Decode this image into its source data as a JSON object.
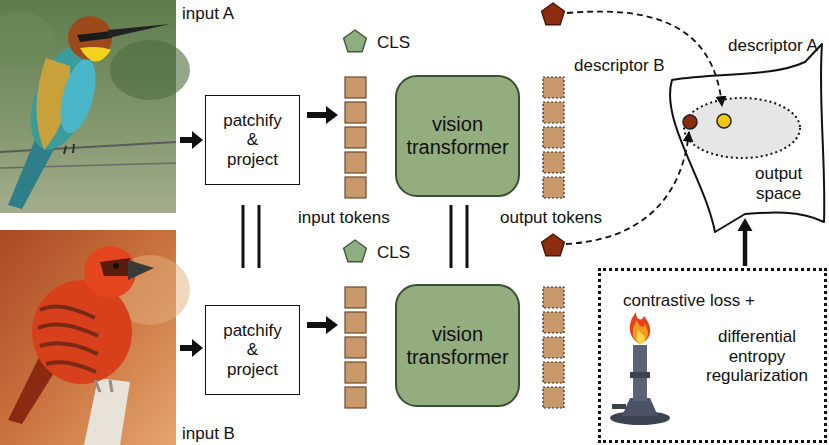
{
  "diagram": {
    "nodes": [
      {
        "text": [
          "patchify & project"
        ]
      },
      {
        "text": [
          "vision transformer"
        ]
      },
      {
        "text": [
          "output space"
        ]
      },
      {
        "text": [
          "patchify & project"
        ]
      },
      {
        "text": [
          "vision transformer"
        ]
      },
      {
        "text": [
          "contrastive loss +",
          "differential entropy regularization"
        ]
      }
    ],
    "edges": [
      {
        "from": 5,
        "to": 2,
        "arrow": "to"
      }
    ],
    "labels": [
      "input A",
      "CLS",
      "descriptor A",
      "descriptor B",
      "input tokens",
      "output tokens",
      "CLS",
      "input B"
    ]
  }
}
